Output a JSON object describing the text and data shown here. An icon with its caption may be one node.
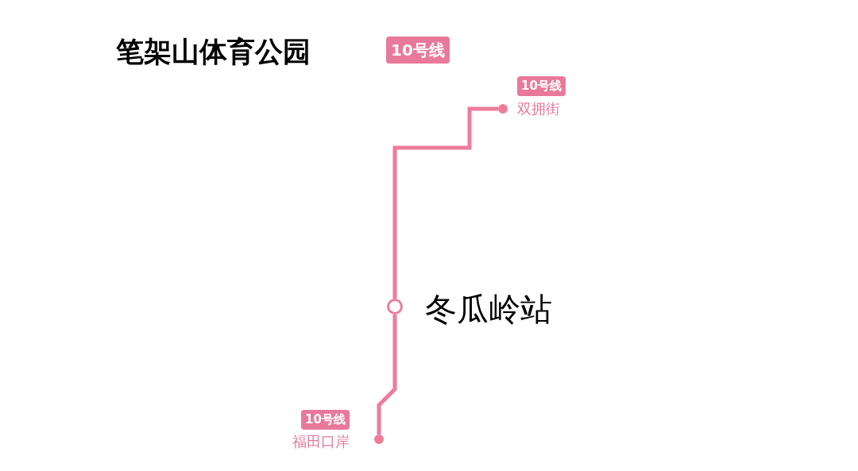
{
  "diagram": {
    "title": "笔架山体育公园",
    "nodes": [
      {
        "text": [],
        "shape": "circle",
        "beside": [
          "10号线",
          "双拥街"
        ]
      },
      {
        "text": [],
        "shape": "circle",
        "beside": [
          "冬瓜岭站"
        ]
      },
      {
        "text": [],
        "shape": "circle",
        "beside": [
          "10号线",
          "福田口岸"
        ]
      }
    ],
    "edges": [
      {
        "from": 0,
        "to": 1,
        "arrow": "none"
      },
      {
        "from": 1,
        "to": 2,
        "arrow": "none"
      }
    ],
    "labels": [
      "10号线"
    ]
  }
}
